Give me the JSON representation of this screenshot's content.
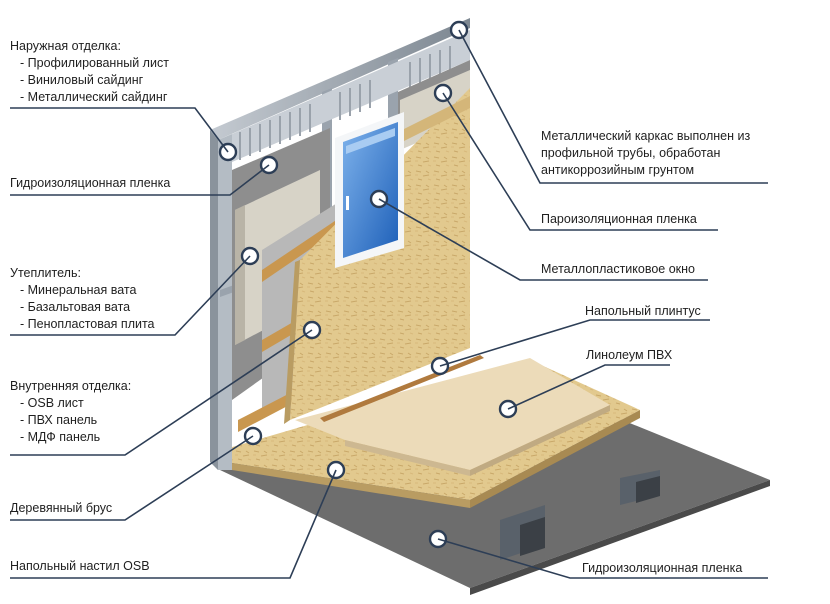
{
  "labels": {
    "outer_finish": {
      "title": "Наружная отделка:",
      "items": [
        "Профилированный лист",
        "Виниловый сайдинг",
        "Металлический сайдинг"
      ]
    },
    "waterproof_wall": "Гидроизоляционная пленка",
    "insulation": {
      "title": "Утеплитель:",
      "items": [
        "Минеральная вата",
        "Базальтовая вата",
        "Пенопластовая плита"
      ]
    },
    "inner_finish": {
      "title": "Внутренняя отделка:",
      "items": [
        "OSB лист",
        "ПВХ панель",
        "МДФ панель"
      ]
    },
    "wood_beam": "Деревянный брус",
    "osb_floor": "Напольный настил OSB",
    "metal_frame": [
      "Металлический каркас выполнен из",
      "профильной трубы, обработан",
      "антикоррозийным грунтом"
    ],
    "vapor_barrier": "Пароизоляционная пленка",
    "window": "Металлопластиковое окно",
    "skirting": "Напольный плинтус",
    "linoleum": "Линолеум ПВХ",
    "waterproof_floor": "Гидроизоляционная пленка"
  },
  "colors": {
    "marker": "#2d3e56",
    "marker_fill": "#ffffff",
    "osb": "#e2c98e",
    "linoleum": "#ead8b5",
    "membrane": "#6f6f6f",
    "metal": "#9aa3ad",
    "glass": "#2f74c9"
  }
}
